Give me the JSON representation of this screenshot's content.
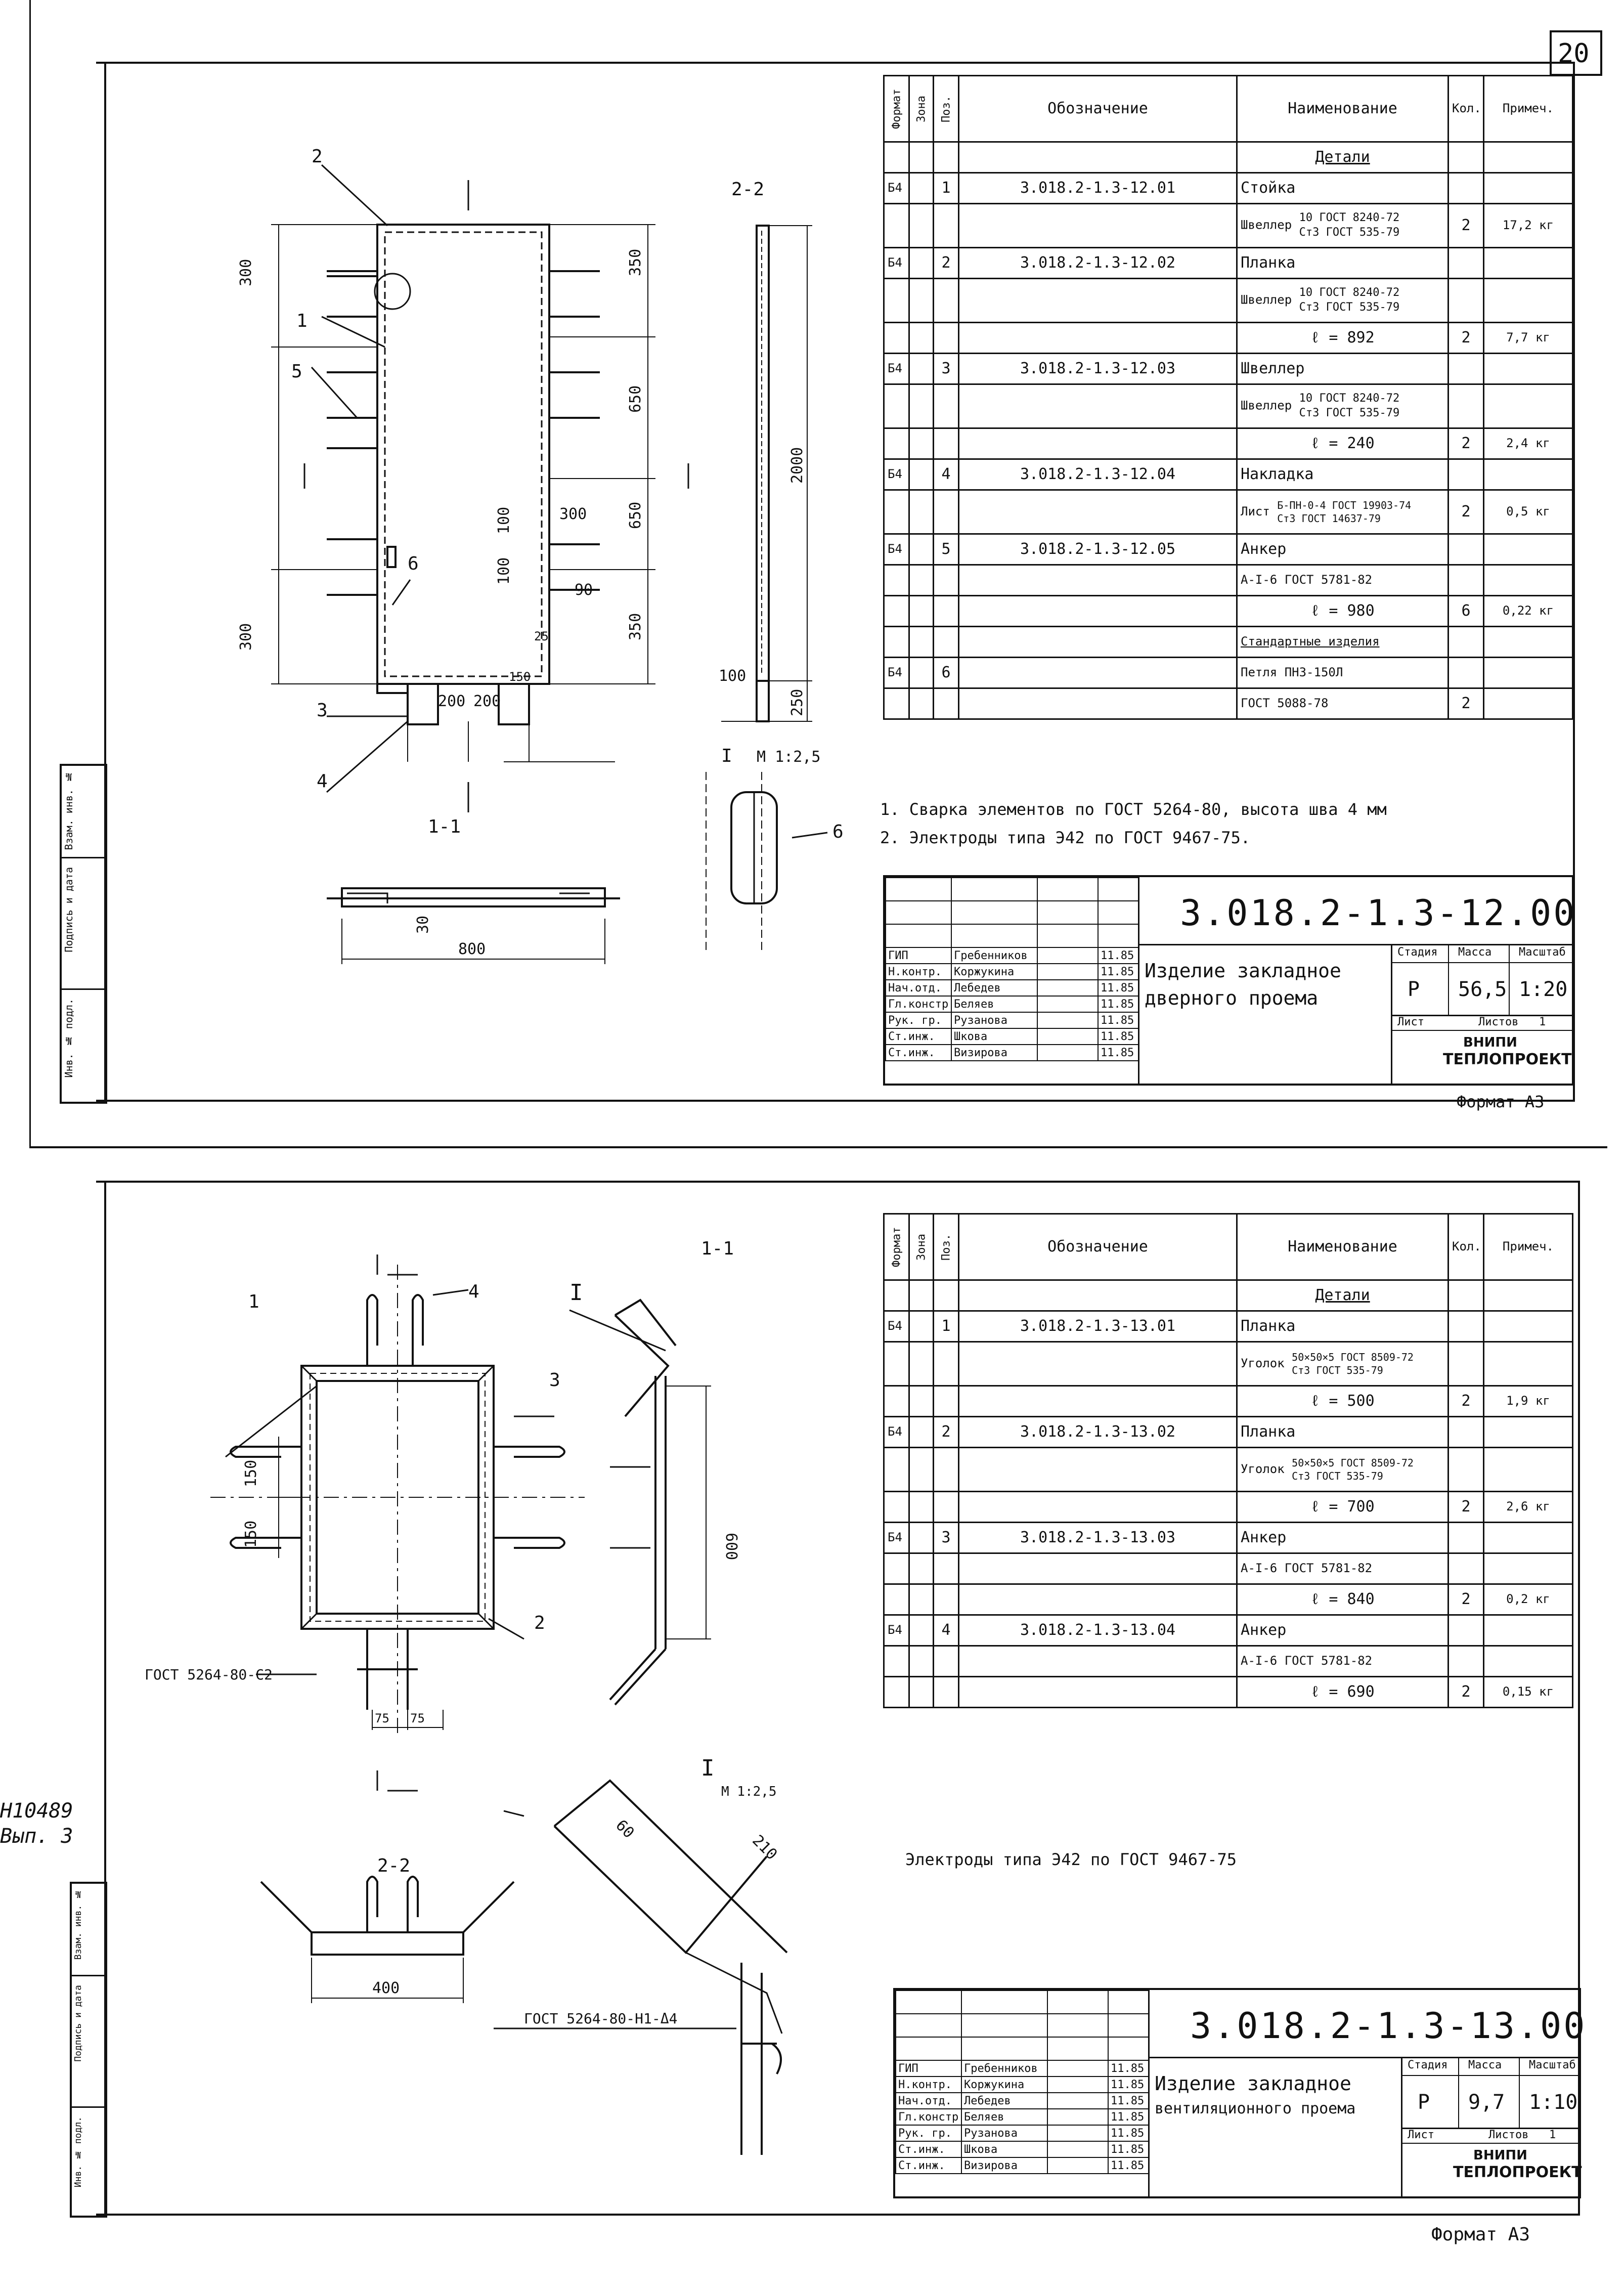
{
  "page_number": "20",
  "side_archive": {
    "number": "Н10489",
    "issue": "Вып. 3"
  },
  "side_stamp_labels": [
    "Инв. № подл.",
    "Подпись и дата",
    "Взам. инв. №"
  ],
  "sheet1": {
    "spec_headers": {
      "format": "Формат",
      "zone": "Зона",
      "pos": "Поз.",
      "designation": "Обозначение",
      "name": "Наименование",
      "qty": "Кол.",
      "note": "Примеч."
    },
    "section_details": "Детали",
    "rows": [
      {
        "fmt": "Б4",
        "pos": "1",
        "des": "3.018.2-1.3-12.01",
        "name": "Стойка"
      },
      {
        "name_prefix": "Швеллер",
        "name_top": "10 ГОСТ 8240-72",
        "name_bot": "Ст3    ГОСТ 535-79",
        "qty": "2",
        "note": "17,2 кг"
      },
      {
        "fmt": "Б4",
        "pos": "2",
        "des": "3.018.2-1.3-12.02",
        "name": "Планка"
      },
      {
        "name_prefix": "Швеллер",
        "name_top": "10 ГОСТ 8240-72",
        "name_bot": "Ст3    ГОСТ 535-79"
      },
      {
        "name": "ℓ = 892",
        "qty": "2",
        "note": "7,7 кг"
      },
      {
        "fmt": "Б4",
        "pos": "3",
        "des": "3.018.2-1.3-12.03",
        "name": "Швеллер"
      },
      {
        "name_prefix": "Швеллер",
        "name_top": "10 ГОСТ 8240-72",
        "name_bot": "Ст3    ГОСТ 535-79"
      },
      {
        "name": "ℓ = 240",
        "qty": "2",
        "note": "2,4 кг"
      },
      {
        "fmt": "Б4",
        "pos": "4",
        "des": "3.018.2-1.3-12.04",
        "name": "Накладка"
      },
      {
        "name_prefix": "Лист",
        "name_top": "Б-ПН-0-4 ГОСТ 19903-74",
        "name_bot": "Ст3    ГОСТ 14637-79",
        "qty": "2",
        "note": "0,5 кг"
      },
      {
        "fmt": "Б4",
        "pos": "5",
        "des": "3.018.2-1.3-12.05",
        "name": "Анкер"
      },
      {
        "name": "А-I-6 ГОСТ 5781-82"
      },
      {
        "name": "ℓ = 980",
        "qty": "6",
        "note": "0,22 кг"
      },
      {
        "name": "Стандартные изделия"
      },
      {
        "fmt": "Б4",
        "pos": "6",
        "name": "Петля ПНЗ-150Л"
      },
      {
        "name": "ГОСТ 5088-78",
        "qty": "2"
      }
    ],
    "notes": [
      "1. Сварка элементов по ГОСТ 5264-80, высота шва 4 мм",
      "2. Электроды типа Э42 по ГОСТ 9467-75."
    ],
    "title_block": {
      "code": "3.018.2-1.3-12.00",
      "title_line1": "Изделие закладное",
      "title_line2": "дверного проема",
      "stage_label": "Стадия",
      "mass_label": "Масса",
      "scale_label": "Масштаб",
      "stage": "Р",
      "mass": "56,5",
      "scale": "1:20",
      "sheet_label": "Лист",
      "sheets_label": "Листов",
      "sheets": "1",
      "org_line1": "ВНИПИ",
      "org_line2": "ТЕПЛОПРОЕКТ",
      "roles": [
        "ГИП",
        "Н.контр.",
        "Нач.отд.",
        "Гл.констр.",
        "Рук. гр.",
        "Ст.инж.",
        "Ст.инж."
      ],
      "names": [
        "Гребенников",
        "Коржукина",
        "Лебедев",
        "Беляев",
        "Рузанова",
        "Шкова",
        "Визирова"
      ],
      "date": "11.85"
    },
    "format": "Формат А3",
    "drawing": {
      "section_22": "2-2",
      "section_11": "1-1",
      "detail_I": "I",
      "detail_scale": "М 1:2,5",
      "dims": [
        "300",
        "350",
        "650",
        "650",
        "350",
        "300",
        "2000",
        "300",
        "100",
        "100",
        "90",
        "25",
        "150",
        "250",
        "100",
        "200",
        "200",
        "800",
        "30"
      ],
      "callouts": [
        "1",
        "2",
        "3",
        "4",
        "5",
        "6",
        "6"
      ]
    }
  },
  "sheet2": {
    "spec_headers": {
      "format": "Формат",
      "zone": "Зона",
      "pos": "Поз.",
      "designation": "Обозначение",
      "name": "Наименование",
      "qty": "Кол.",
      "note": "Примеч."
    },
    "section_details": "Детали",
    "rows": [
      {
        "fmt": "Б4",
        "pos": "1",
        "des": "3.018.2-1.3-13.01",
        "name": "Планка"
      },
      {
        "name_prefix": "Уголок",
        "name_top": "50×50×5 ГОСТ 8509-72",
        "name_bot": "Ст3    ГОСТ 535-79"
      },
      {
        "name": "ℓ = 500",
        "qty": "2",
        "note": "1,9 кг"
      },
      {
        "fmt": "Б4",
        "pos": "2",
        "des": "3.018.2-1.3-13.02",
        "name": "Планка"
      },
      {
        "name_prefix": "Уголок",
        "name_top": "50×50×5 ГОСТ 8509-72",
        "name_bot": "Ст3    ГОСТ 535-79"
      },
      {
        "name": "ℓ = 700",
        "qty": "2",
        "note": "2,6 кг"
      },
      {
        "fmt": "Б4",
        "pos": "3",
        "des": "3.018.2-1.3-13.03",
        "name": "Анкер"
      },
      {
        "name": "А-I-6 ГОСТ 5781-82"
      },
      {
        "name": "ℓ = 840",
        "qty": "2",
        "note": "0,2 кг"
      },
      {
        "fmt": "Б4",
        "pos": "4",
        "des": "3.018.2-1.3-13.04",
        "name": "Анкер"
      },
      {
        "name": "А-I-6 ГОСТ 5781-82"
      },
      {
        "name": "ℓ = 690",
        "qty": "2",
        "note": "0,15 кг"
      }
    ],
    "notes": [
      "Электроды типа Э42 по ГОСТ 9467-75"
    ],
    "title_block": {
      "code": "3.018.2-1.3-13.00",
      "title_line1": "Изделие закладное",
      "title_line2": "вентиляционного проема",
      "stage_label": "Стадия",
      "mass_label": "Масса",
      "scale_label": "Масштаб",
      "stage": "Р",
      "mass": "9,7",
      "scale": "1:10",
      "sheet_label": "Лист",
      "sheets_label": "Листов",
      "sheets": "1",
      "org_line1": "ВНИПИ",
      "org_line2": "ТЕПЛОПРОЕКТ",
      "roles": [
        "ГИП",
        "Н.контр.",
        "Нач.отд.",
        "Гл.констр.",
        "Рук. гр.",
        "Ст.инж.",
        "Ст.инж."
      ],
      "names": [
        "Гребенников",
        "Коржукина",
        "Лебедев",
        "Беляев",
        "Рузанова",
        "Шкова",
        "Визирова"
      ],
      "date": "11.85"
    },
    "format": "Формат А3",
    "drawing": {
      "section_11": "1-1",
      "section_22": "2-2",
      "detail_I": "I",
      "detail_scale": "М 1:2,5",
      "weld1": "ГОСТ 5264-80-С2",
      "weld2": "ГОСТ 5264-80-Н1-Δ4",
      "dims": [
        "150",
        "150",
        "75",
        "75",
        "600",
        "400",
        "60",
        "210"
      ],
      "callouts": [
        "1",
        "2",
        "3",
        "4"
      ]
    }
  }
}
